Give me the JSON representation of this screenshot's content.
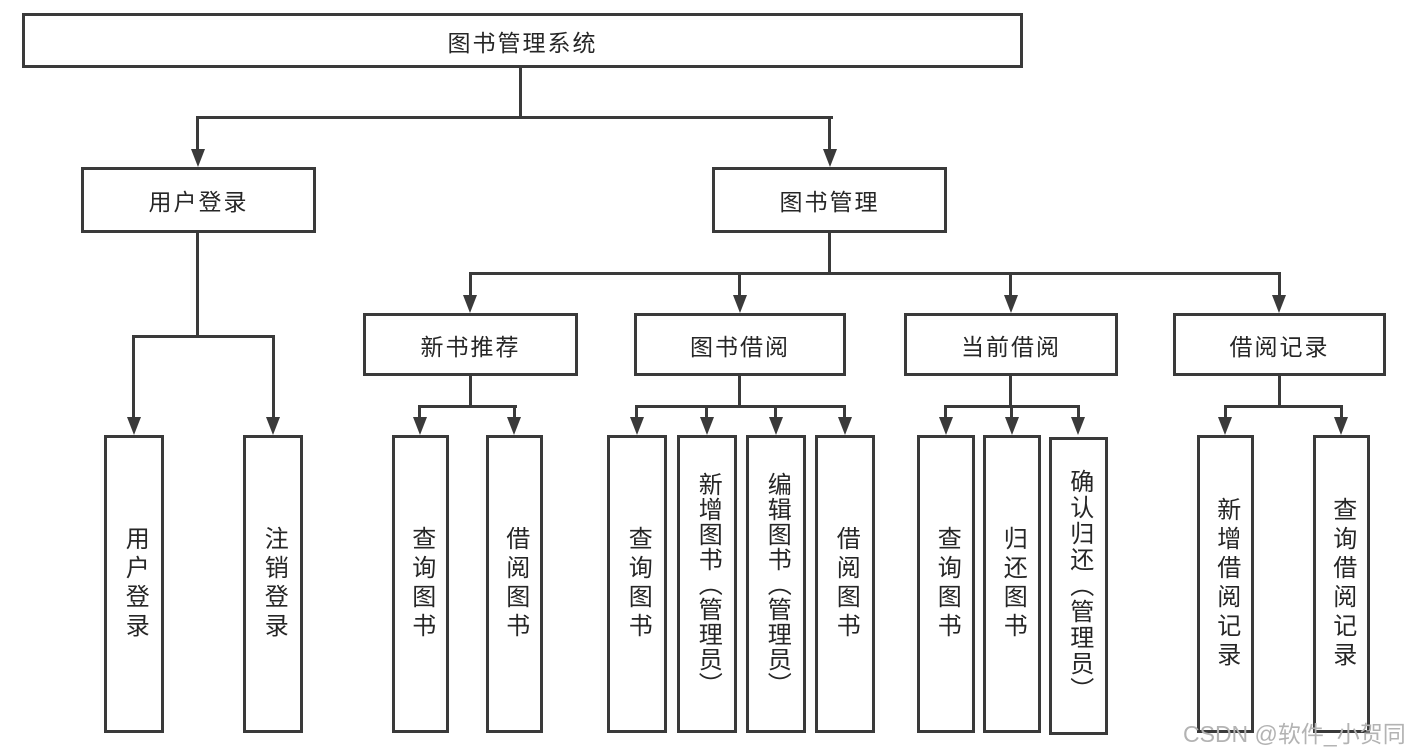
{
  "diagram": {
    "title": "图书管理系统",
    "root": {
      "label": "图书管理系统"
    },
    "level2": [
      {
        "label": "用户登录"
      },
      {
        "label": "图书管理"
      }
    ],
    "level3": [
      {
        "label": "新书推荐"
      },
      {
        "label": "图书借阅"
      },
      {
        "label": "当前借阅"
      },
      {
        "label": "借阅记录"
      }
    ],
    "leaves": [
      {
        "label": "用户登录"
      },
      {
        "label": "注销登录"
      },
      {
        "label": "查询图书"
      },
      {
        "label": "借阅图书"
      },
      {
        "label": "查询图书"
      },
      {
        "label": "新增图书（管理员）"
      },
      {
        "label": "编辑图书（管理员）"
      },
      {
        "label": "借阅图书"
      },
      {
        "label": "查询图书"
      },
      {
        "label": "归还图书"
      },
      {
        "label": "确认归还（管理员）"
      },
      {
        "label": "新增借阅记录"
      },
      {
        "label": "查询借阅记录"
      }
    ]
  },
  "watermark": "CSDN @软件_小贺同学",
  "colors": {
    "line": "#3a3a3a",
    "text": "#262626",
    "watermark": "#b3b3b3",
    "background": "#ffffff"
  }
}
